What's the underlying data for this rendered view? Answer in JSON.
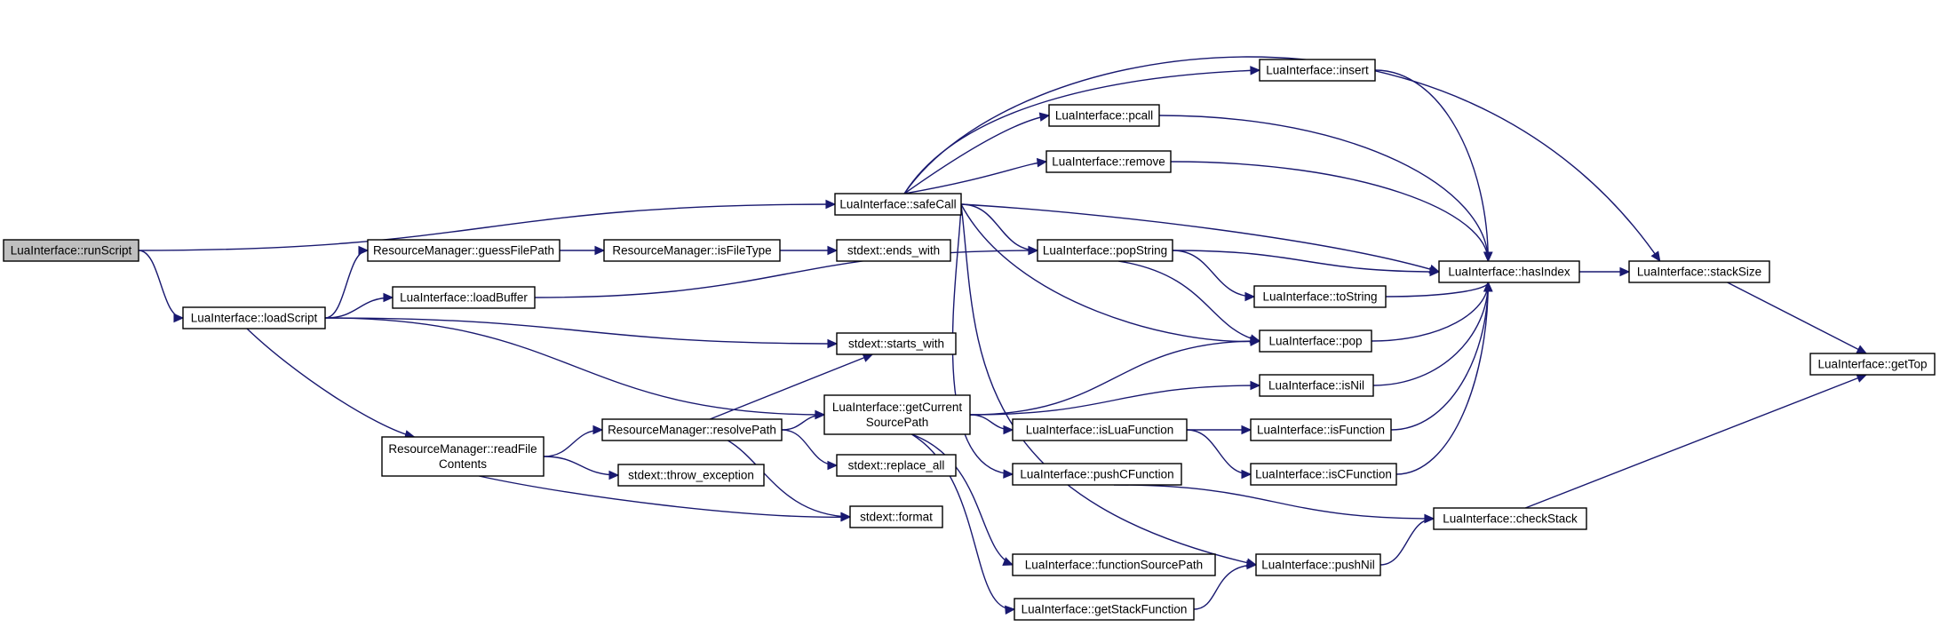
{
  "graph": {
    "nodes": [
      {
        "id": "runScript",
        "lines": [
          "LuaInterface::runScript"
        ],
        "root": true
      },
      {
        "id": "loadScript",
        "lines": [
          "LuaInterface::loadScript"
        ]
      },
      {
        "id": "guessFilePath",
        "lines": [
          "ResourceManager::guessFilePath"
        ]
      },
      {
        "id": "loadBuffer",
        "lines": [
          "LuaInterface::loadBuffer"
        ]
      },
      {
        "id": "readFileContents",
        "lines": [
          "ResourceManager::readFile",
          "Contents"
        ]
      },
      {
        "id": "isFileType",
        "lines": [
          "ResourceManager::isFileType"
        ]
      },
      {
        "id": "resolvePath",
        "lines": [
          "ResourceManager::resolvePath"
        ]
      },
      {
        "id": "throw_exception",
        "lines": [
          "stdext::throw_exception"
        ]
      },
      {
        "id": "safeCall",
        "lines": [
          "LuaInterface::safeCall"
        ]
      },
      {
        "id": "ends_with",
        "lines": [
          "stdext::ends_with"
        ]
      },
      {
        "id": "starts_with",
        "lines": [
          "stdext::starts_with"
        ]
      },
      {
        "id": "getCurrentSourcePath",
        "lines": [
          "LuaInterface::getCurrent",
          "SourcePath"
        ]
      },
      {
        "id": "replace_all",
        "lines": [
          "stdext::replace_all"
        ]
      },
      {
        "id": "format",
        "lines": [
          "stdext::format"
        ]
      },
      {
        "id": "pcall",
        "lines": [
          "LuaInterface::pcall"
        ]
      },
      {
        "id": "remove",
        "lines": [
          "LuaInterface::remove"
        ]
      },
      {
        "id": "popString",
        "lines": [
          "LuaInterface::popString"
        ]
      },
      {
        "id": "isLuaFunction",
        "lines": [
          "LuaInterface::isLuaFunction"
        ]
      },
      {
        "id": "pushCFunction",
        "lines": [
          "LuaInterface::pushCFunction"
        ]
      },
      {
        "id": "functionSourcePath",
        "lines": [
          "LuaInterface::functionSourcePath"
        ]
      },
      {
        "id": "getStackFunction",
        "lines": [
          "LuaInterface::getStackFunction"
        ]
      },
      {
        "id": "insert",
        "lines": [
          "LuaInterface::insert"
        ]
      },
      {
        "id": "toString",
        "lines": [
          "LuaInterface::toString"
        ]
      },
      {
        "id": "pop",
        "lines": [
          "LuaInterface::pop"
        ]
      },
      {
        "id": "isNil",
        "lines": [
          "LuaInterface::isNil"
        ]
      },
      {
        "id": "isFunction",
        "lines": [
          "LuaInterface::isFunction"
        ]
      },
      {
        "id": "isCFunction",
        "lines": [
          "LuaInterface::isCFunction"
        ]
      },
      {
        "id": "pushNil",
        "lines": [
          "LuaInterface::pushNil"
        ]
      },
      {
        "id": "hasIndex",
        "lines": [
          "LuaInterface::hasIndex"
        ]
      },
      {
        "id": "checkStack",
        "lines": [
          "LuaInterface::checkStack"
        ]
      },
      {
        "id": "stackSize",
        "lines": [
          "LuaInterface::stackSize"
        ]
      },
      {
        "id": "getTop",
        "lines": [
          "LuaInterface::getTop"
        ]
      }
    ],
    "edges": [
      [
        "runScript",
        "loadScript"
      ],
      [
        "runScript",
        "safeCall"
      ],
      [
        "loadScript",
        "guessFilePath"
      ],
      [
        "loadScript",
        "loadBuffer"
      ],
      [
        "loadScript",
        "readFileContents"
      ],
      [
        "loadScript",
        "starts_with"
      ],
      [
        "loadScript",
        "getCurrentSourcePath"
      ],
      [
        "guessFilePath",
        "isFileType"
      ],
      [
        "isFileType",
        "ends_with"
      ],
      [
        "loadBuffer",
        "popString"
      ],
      [
        "readFileContents",
        "resolvePath"
      ],
      [
        "readFileContents",
        "throw_exception"
      ],
      [
        "readFileContents",
        "format"
      ],
      [
        "resolvePath",
        "starts_with"
      ],
      [
        "resolvePath",
        "getCurrentSourcePath"
      ],
      [
        "resolvePath",
        "replace_all"
      ],
      [
        "resolvePath",
        "format"
      ],
      [
        "safeCall",
        "insert"
      ],
      [
        "safeCall",
        "pcall"
      ],
      [
        "safeCall",
        "remove"
      ],
      [
        "safeCall",
        "stackSize"
      ],
      [
        "safeCall",
        "hasIndex"
      ],
      [
        "safeCall",
        "popString"
      ],
      [
        "safeCall",
        "pop"
      ],
      [
        "safeCall",
        "pushCFunction"
      ],
      [
        "safeCall",
        "pushNil"
      ],
      [
        "getCurrentSourcePath",
        "pop"
      ],
      [
        "getCurrentSourcePath",
        "isNil"
      ],
      [
        "getCurrentSourcePath",
        "isLuaFunction"
      ],
      [
        "getCurrentSourcePath",
        "functionSourcePath"
      ],
      [
        "getCurrentSourcePath",
        "getStackFunction"
      ],
      [
        "popString",
        "hasIndex"
      ],
      [
        "popString",
        "toString"
      ],
      [
        "popString",
        "pop"
      ],
      [
        "isLuaFunction",
        "isFunction"
      ],
      [
        "isLuaFunction",
        "isCFunction"
      ],
      [
        "pushCFunction",
        "checkStack"
      ],
      [
        "getStackFunction",
        "pushNil"
      ],
      [
        "insert",
        "hasIndex"
      ],
      [
        "pcall",
        "hasIndex"
      ],
      [
        "remove",
        "hasIndex"
      ],
      [
        "toString",
        "hasIndex"
      ],
      [
        "pop",
        "hasIndex"
      ],
      [
        "isNil",
        "hasIndex"
      ],
      [
        "isFunction",
        "hasIndex"
      ],
      [
        "isCFunction",
        "hasIndex"
      ],
      [
        "pushNil",
        "checkStack"
      ],
      [
        "hasIndex",
        "stackSize"
      ],
      [
        "stackSize",
        "getTop"
      ],
      [
        "checkStack",
        "getTop"
      ]
    ]
  },
  "colors": {
    "edge": "#191970",
    "root_fill": "#bfbfbf",
    "node_fill": "#ffffff",
    "node_stroke": "#000000"
  }
}
